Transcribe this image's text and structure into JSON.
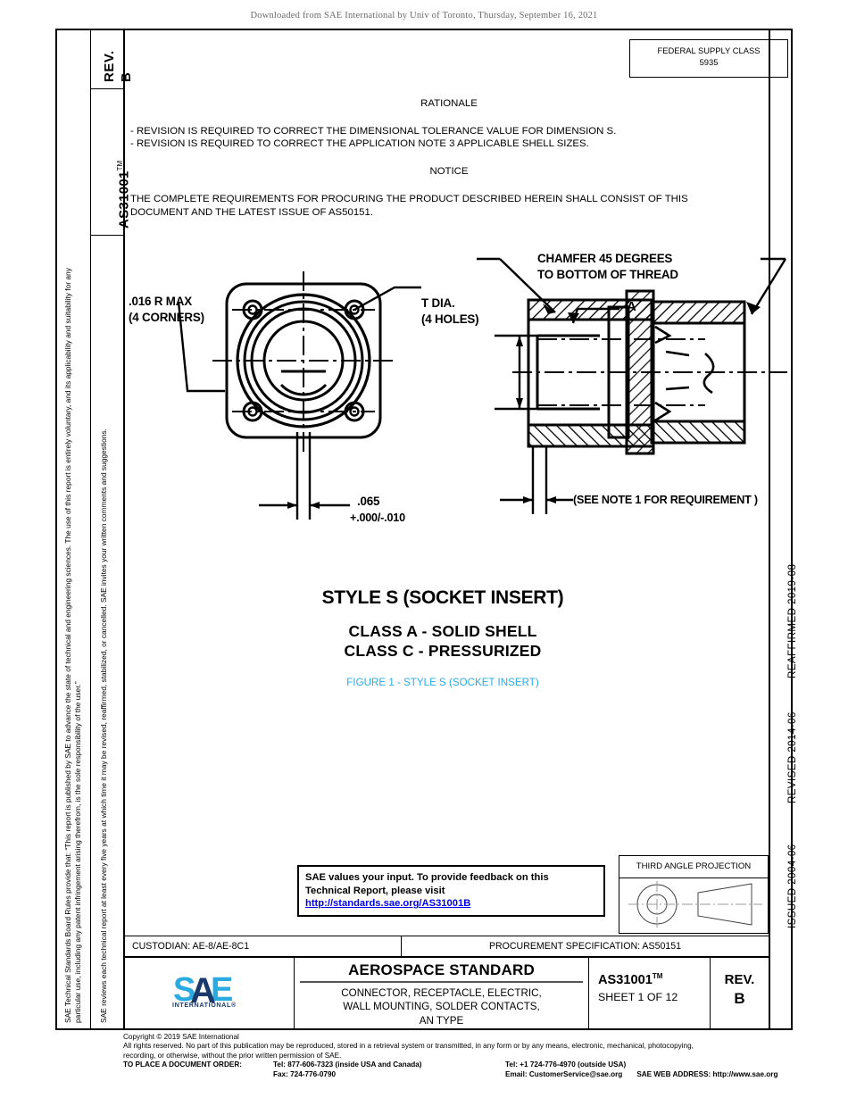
{
  "download_header": "Downloaded from SAE International by Univ of Toronto, Thursday, September 16, 2021",
  "left_strip": {
    "rev_label": "REV.",
    "rev_value": "B",
    "doc_number": "AS31001",
    "doc_tm": "TM",
    "board_rules_text": "SAE Technical Standards Board Rules provide that: “This report is published by SAE to advance the state of technical and engineering sciences. The use of this report is entirely voluntary, and its applicability and suitability for any particular use, including any patent infringement arising therefrom, is the sole responsibility of the user.”",
    "review_text": "SAE reviews each technical report at least every five years at which time it may be revised, reaffirmed, stabilized, or cancelled. SAE invites your written comments and suggestions."
  },
  "federal_supply_class": {
    "label": "FEDERAL SUPPLY CLASS",
    "value": "5935"
  },
  "rationale": {
    "heading": "RATIONALE",
    "lines": [
      "- REVISION IS REQUIRED TO CORRECT THE DIMENSIONAL TOLERANCE VALUE FOR DIMENSION S.",
      "- REVISION IS REQUIRED TO CORRECT THE APPLICATION NOTE 3 APPLICABLE SHELL SIZES."
    ]
  },
  "notice": {
    "heading": "NOTICE",
    "line1": "THE COMPLETE REQUIREMENTS FOR PROCURING THE PRODUCT DESCRIBED HEREIN SHALL CONSIST OF THIS",
    "line2": "DOCUMENT AND THE LATEST ISSUE OF AS50151."
  },
  "figure": {
    "callouts": {
      "radius_1": ".016 R MAX",
      "radius_2": "(4 CORNERS)",
      "tdia_1": "T DIA.",
      "tdia_2": "(4 HOLES)",
      "chamfer_1": "CHAMFER 45 DEGREES",
      "chamfer_2": "TO BOTTOM OF THREAD",
      "letter_a": "A",
      "dim_065": ".065",
      "dim_065_tol": "+.000/-.010",
      "note_ref": "(SEE NOTE 1 FOR REQUIREMENT )"
    },
    "style_title": "STYLE S (SOCKET INSERT)",
    "class_a": "CLASS A - SOLID SHELL",
    "class_c": "CLASS C - PRESSURIZED",
    "caption": "FIGURE 1 - STYLE S (SOCKET INSERT)",
    "caption_color": "#29abe2"
  },
  "feedback": {
    "line1": "SAE values your input. To provide feedback on this",
    "line2": "Technical Report, please visit",
    "url": "http://standards.sae.org/AS31001B"
  },
  "third_angle": {
    "title": "THIRD ANGLE PROJECTION"
  },
  "dates_strip": {
    "issued": "ISSUED 2004-06",
    "revised": "REVISED 2014-06",
    "reaffirmed": "REAFFIRMED 2019-08"
  },
  "custodian_row": {
    "custodian": "CUSTODIAN: AE-8/AE-8C1",
    "procurement": "PROCUREMENT SPECIFICATION: AS50151"
  },
  "title_block": {
    "logo_text": "SAE",
    "logo_sub": "INTERNATIONAL®",
    "standard_type": "AEROSPACE STANDARD",
    "desc1": "CONNECTOR, RECEPTACLE, ELECTRIC,",
    "desc2": "WALL MOUNTING, SOLDER CONTACTS,",
    "desc3": "AN TYPE",
    "doc_number": "AS31001",
    "doc_tm": "TM",
    "sheet": "SHEET 1 OF 12",
    "rev_label": "REV.",
    "rev_value": "B",
    "logo_light": "#29abe2",
    "logo_dark": "#1b3a6b"
  },
  "footer": {
    "copyright": "Copyright © 2019 SAE International",
    "rights1": "All rights reserved. No part of this publication may be reproduced, stored in a retrieval system or transmitted, in any form or by any means, electronic, mechanical, photocopying,",
    "rights2": "recording, or otherwise, without the prior written permission of SAE.",
    "order_label": "TO PLACE A DOCUMENT ORDER:",
    "tel_inside": "Tel: 877-606-7323 (inside USA and Canada)",
    "fax": "Fax: 724-776-0790",
    "tel_outside": "Tel: +1 724-776-4970 (outside USA)",
    "email": "Email: CustomerService@sae.org",
    "web": "SAE WEB ADDRESS: http://www.sae.org"
  }
}
